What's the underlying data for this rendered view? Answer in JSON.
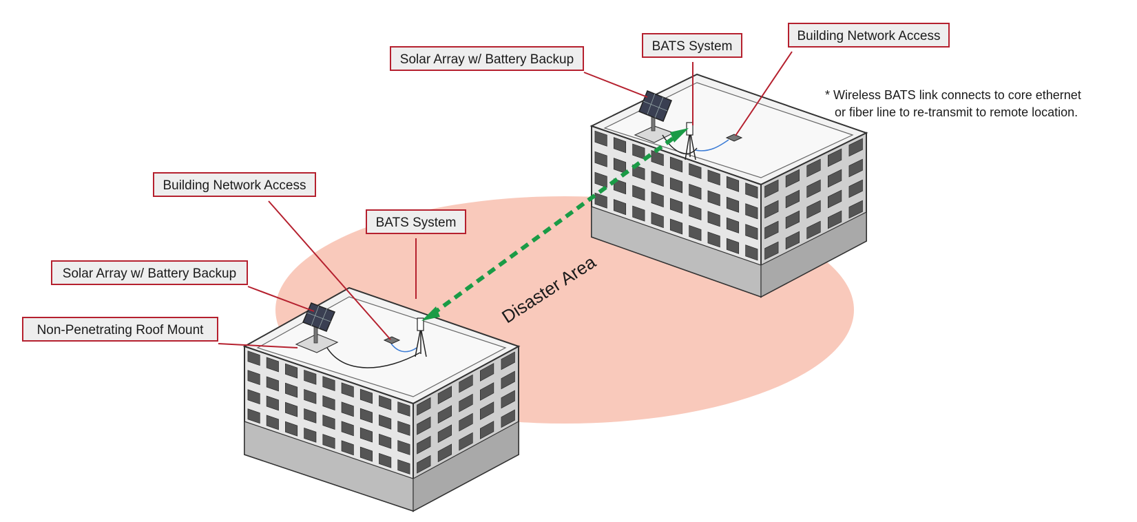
{
  "labels": {
    "solar_left": "Solar Array w/ Battery Backup",
    "roof_mount_left": "Non-Penetrating Roof Mount",
    "network_left": "Building Network Access",
    "bats_left": "BATS System",
    "solar_right": "Solar Array w/ Battery Backup",
    "bats_right": "BATS System",
    "network_right": "Building Network Access"
  },
  "note": {
    "line1": "* Wireless BATS link connects to core ethernet",
    "line2": "or fiber line to re-transmit to remote location."
  },
  "area": {
    "label": "Disaster Area"
  },
  "colors": {
    "callout_border": "#b5202e",
    "callout_fill": "#eeeeee",
    "leader_line": "#b5202e",
    "disaster_area": "#f9c9bb",
    "wireless_link": "#1a9b46",
    "building_light": "#ededed",
    "building_dark": "#cfcfcf",
    "window": "#555555",
    "cable": "#3a7bd5"
  }
}
